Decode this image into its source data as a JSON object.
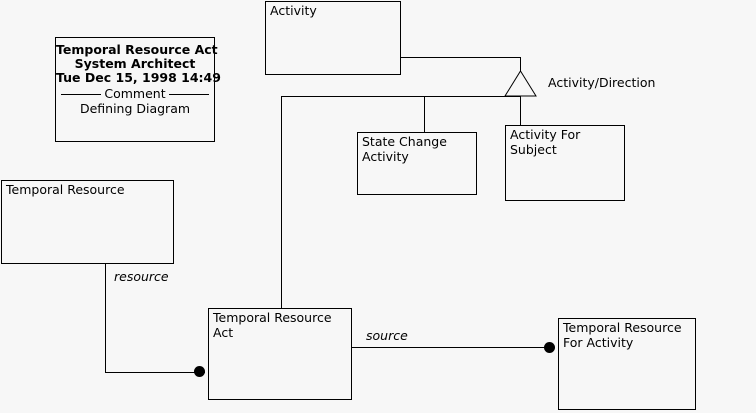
{
  "diagram": {
    "kind": "uml-class-diagram",
    "background_color": "#f7f7f7",
    "line_color": "#000000",
    "title_block": {
      "line1": "Temporal Resource Act",
      "line2": "System Architect",
      "line3": "Tue Dec 15, 1998  14:49",
      "section_caption": "Comment",
      "comment": "Defining Diagram"
    },
    "classes": {
      "activity": "Activity",
      "state_change_activity": "State Change\nActivity",
      "activity_for_subject": "Activity For\nSubject",
      "temporal_resource": "Temporal Resource",
      "temporal_resource_act": "Temporal Resource\nAct",
      "temporal_resource_for_activity": "Temporal Resource\nFor Activity"
    },
    "relationships": {
      "generalization_label": "Activity/Direction",
      "resource_role": "resource",
      "source_role": "source"
    }
  }
}
